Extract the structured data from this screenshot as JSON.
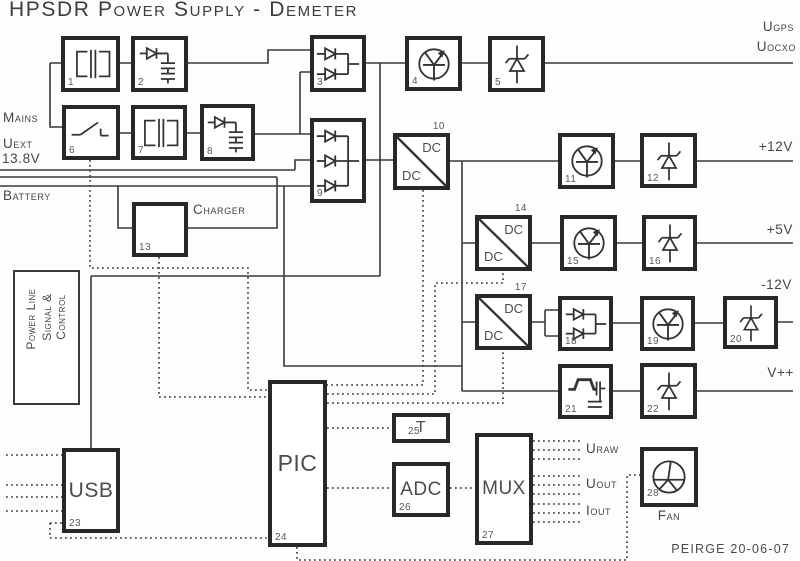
{
  "title": "HPSDR Power Supply - Demeter",
  "credit": "PEIRGE 20-06-07",
  "inputs": {
    "mains": "Mains",
    "uext": "Uext",
    "uext_voltage": "13.8V",
    "battery": "Battery"
  },
  "outputs": {
    "ugps": "Ugps",
    "uocxo": "Uocxo",
    "v12p": "+12V",
    "v5p": "+5V",
    "v12n": "-12V",
    "vpp": "V++"
  },
  "signals": {
    "uraw": "Uraw",
    "uout": "Uout",
    "iout": "Iout"
  },
  "legend": {
    "power": "Power Line",
    "signal1": "Signal &",
    "signal2": "Control"
  },
  "labels": {
    "charger": "Charger",
    "fan": "Fan"
  },
  "dc": "DC",
  "block_text": {
    "usb": "USB",
    "pic": "PIC",
    "t": "T",
    "adc": "ADC",
    "mux": "MUX"
  },
  "blocks": {
    "b1": "1",
    "b2": "2",
    "b3": "3",
    "b4": "4",
    "b5": "5",
    "b6": "6",
    "b7": "7",
    "b8": "8",
    "b9": "9",
    "b10": "10",
    "b11": "11",
    "b12": "12",
    "b13": "13",
    "b14": "14",
    "b15": "15",
    "b16": "16",
    "b17": "17",
    "b18": "18",
    "b19": "19",
    "b20": "20",
    "b21": "21",
    "b22": "22",
    "b23": "23",
    "b24": "24",
    "b25": "25",
    "b26": "26",
    "b27": "27",
    "b28": "28"
  },
  "colors": {
    "ink": "#3a3a3a",
    "box_border": "#282828",
    "background": "#ffffff"
  }
}
